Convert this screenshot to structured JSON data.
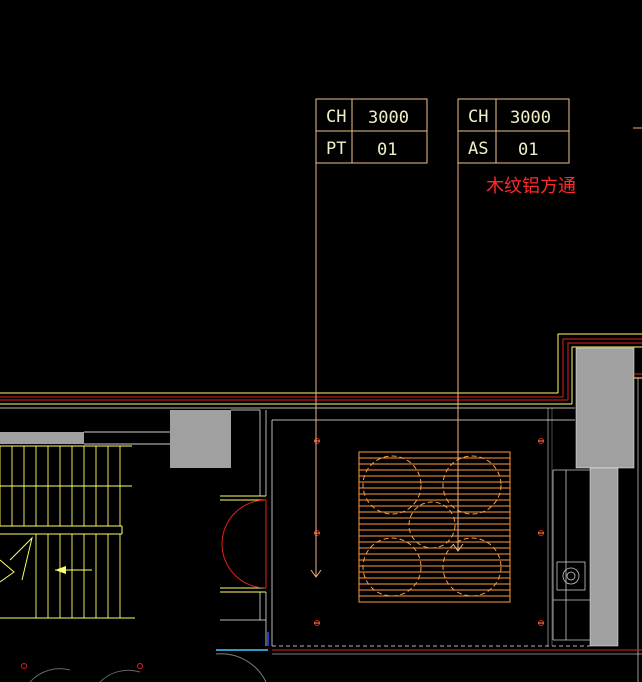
{
  "tags": [
    {
      "id": "tag-left",
      "rows": [
        {
          "code": "CH",
          "value": "3000"
        },
        {
          "code": "PT",
          "value": "01"
        }
      ]
    },
    {
      "id": "tag-right",
      "rows": [
        {
          "code": "CH",
          "value": "3000"
        },
        {
          "code": "AS",
          "value": "01"
        }
      ]
    }
  ],
  "annotation": {
    "text": "木纹铝方通"
  },
  "colors": {
    "background": "#000000",
    "tag_frame": "#f0c08a",
    "tag_text": "#f2efc8",
    "wall_yellow": "#ffff66",
    "wall_red": "#e02020",
    "grille": "#ff9a3c",
    "fill_gray": "#a0a0a0",
    "leader": "#f0b080",
    "annotation_red": "#ff2a2a",
    "cyan": "#44ccff",
    "blue": "#3050ff"
  }
}
